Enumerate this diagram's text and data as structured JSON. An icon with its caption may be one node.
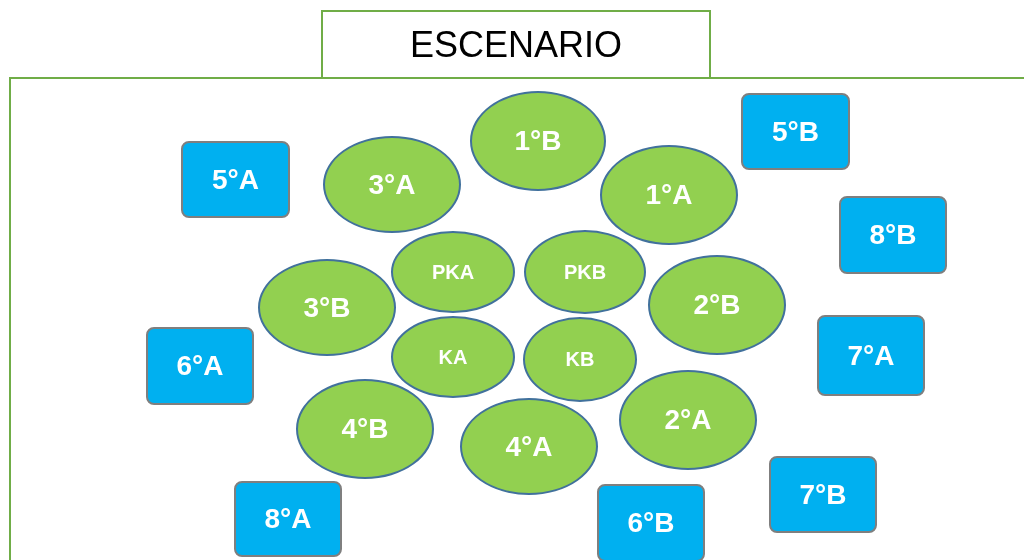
{
  "diagram": {
    "nodes": [
      {
        "text": [
          "ESCENARIO"
        ]
      },
      {
        "text": [],
        "shape": "box"
      },
      {
        "text": [
          "1°B"
        ],
        "in": 1
      },
      {
        "text": [
          "5°B"
        ],
        "in": 1
      },
      {
        "text": [
          "5°A"
        ],
        "in": 1
      },
      {
        "text": [
          "3°A"
        ],
        "in": 1
      },
      {
        "text": [
          "1°A"
        ],
        "in": 1
      },
      {
        "text": [
          "8°B"
        ],
        "in": 1
      },
      {
        "text": [
          "PKA"
        ],
        "in": 1
      },
      {
        "text": [
          "PKB"
        ],
        "in": 1
      },
      {
        "text": [
          "3°B"
        ],
        "in": 1
      },
      {
        "text": [
          "2°B"
        ],
        "in": 1
      },
      {
        "text": [
          "7°A"
        ],
        "in": 1
      },
      {
        "text": [
          "6°A"
        ],
        "in": 1
      },
      {
        "text": [
          "KA"
        ],
        "in": 1
      },
      {
        "text": [
          "KB"
        ],
        "in": 1
      },
      {
        "text": [
          "4°B"
        ],
        "in": 1
      },
      {
        "text": [
          "2°A"
        ],
        "in": 1
      },
      {
        "text": [
          "4°A"
        ],
        "in": 1
      },
      {
        "text": [
          "7°B"
        ],
        "in": 1
      },
      {
        "text": [
          "8°A"
        ],
        "in": 1
      },
      {
        "text": [
          "6°B"
        ],
        "in": 1
      }
    ]
  }
}
